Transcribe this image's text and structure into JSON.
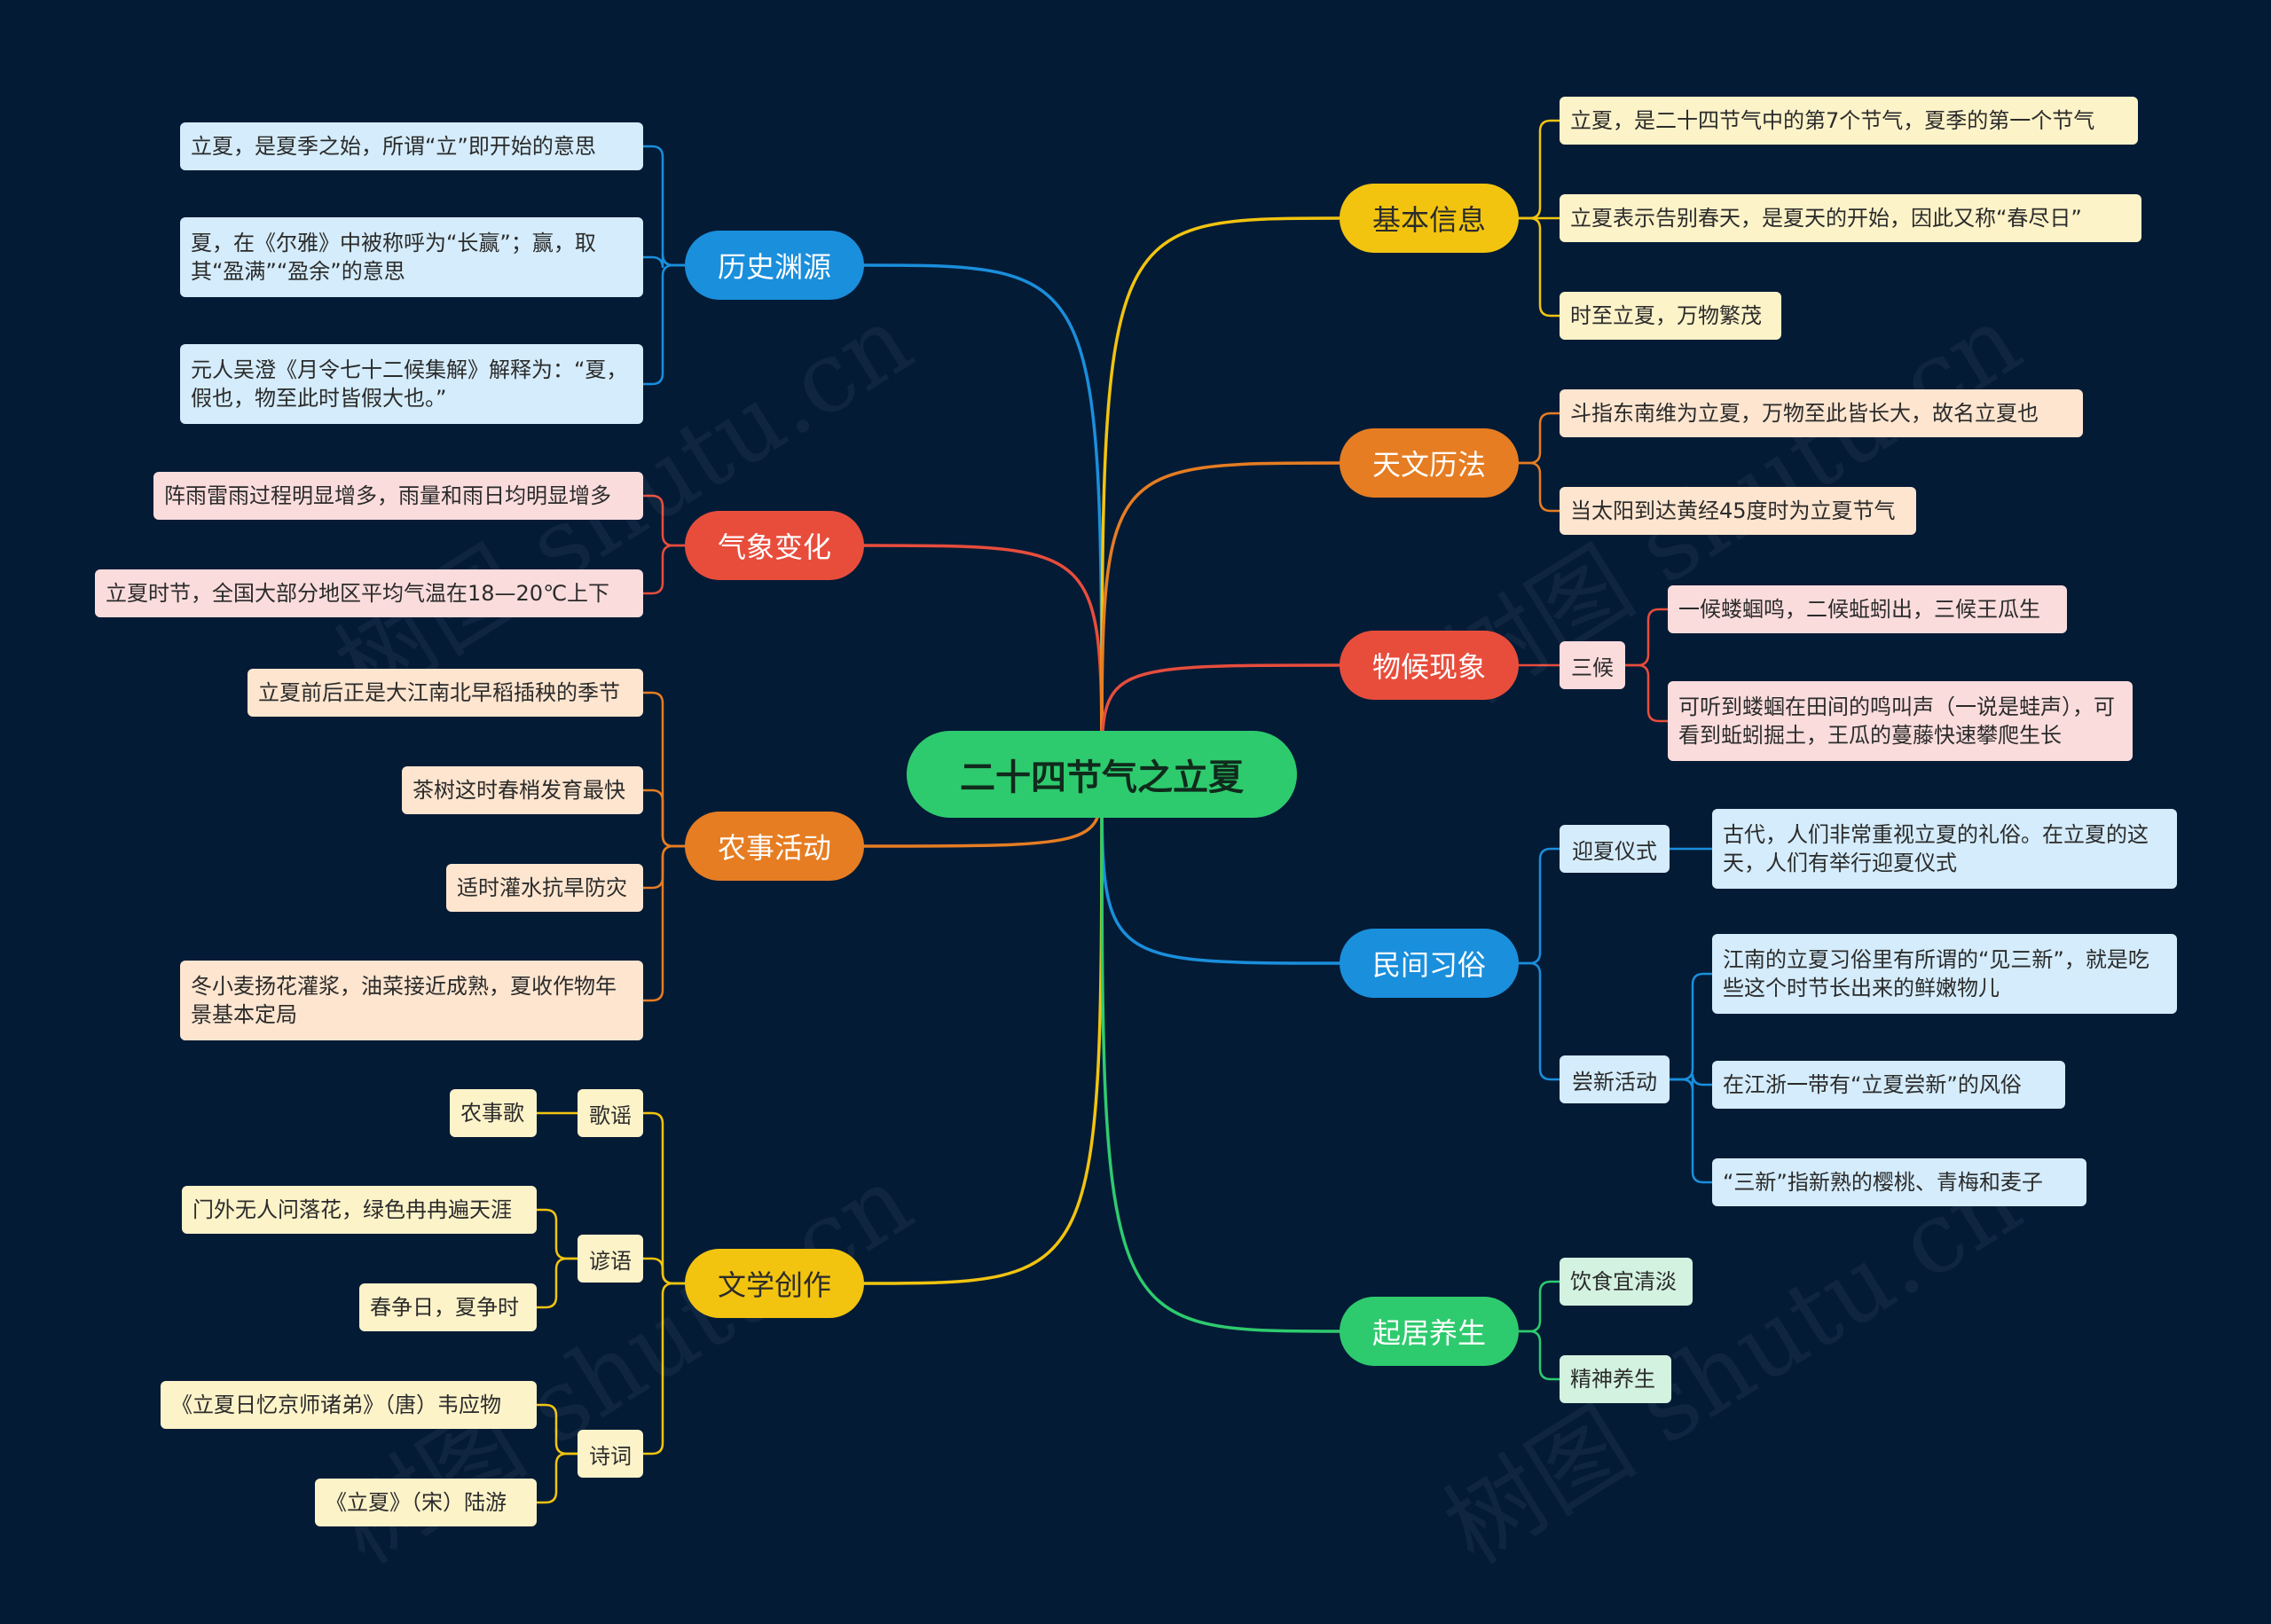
{
  "root": {
    "label": "二十四节气之立夏"
  },
  "watermark": "树图 shutu.cn",
  "colors": {
    "background": "#041b36",
    "root": "#2ecb6e",
    "yellow": "#f2c40f",
    "orange": "#e67d22",
    "red": "#e84d3c",
    "blue": "#1a8fdc",
    "green": "#2ecb6e",
    "purple": "#9b59b6"
  },
  "branches": {
    "history": {
      "label": "历史渊源",
      "items": [
        "立夏，是夏季之始，所谓“立”即开始的意思",
        "夏，在《尔雅》中被称呼为“长赢”；赢，取其“盈满”“盈余”的意思",
        "元人吴澄《月令七十二候集解》解释为：“夏，假也，物至此时皆假大也。”"
      ]
    },
    "weather": {
      "label": "气象变化",
      "items": [
        "阵雨雷雨过程明显增多，雨量和雨日均明显增多",
        "立夏时节，全国大部分地区平均气温在18—20℃上下"
      ]
    },
    "farming": {
      "label": "农事活动",
      "items": [
        "立夏前后正是大江南北早稻插秧的季节",
        "茶树这时春梢发育最快",
        "适时灌水抗旱防灾",
        "冬小麦扬花灌浆，油菜接近成熟，夏收作物年景基本定局"
      ]
    },
    "literature": {
      "label": "文学创作",
      "groups": [
        {
          "label": "歌谣",
          "items": [
            "农事歌"
          ]
        },
        {
          "label": "谚语",
          "items": [
            "门外无人问落花，绿色冉冉遍天涯",
            "春争日，夏争时"
          ]
        },
        {
          "label": "诗词",
          "items": [
            "《立夏日忆京师诸弟》（唐）韦应物",
            "《立夏》（宋）陆游"
          ]
        }
      ]
    },
    "basic": {
      "label": "基本信息",
      "items": [
        "立夏，是二十四节气中的第7个节气，夏季的第一个节气",
        "立夏表示告别春天，是夏天的开始，因此又称“春尽日”",
        "时至立夏，万物繁茂"
      ]
    },
    "astronomy": {
      "label": "天文历法",
      "items": [
        "斗指东南维为立夏，万物至此皆长大，故名立夏也",
        "当太阳到达黄经45度时为立夏节气"
      ]
    },
    "phenology": {
      "label": "物候现象",
      "groups": [
        {
          "label": "三候",
          "items": [
            "一候蝼蝈鸣，二候蚯蚓出，三候王瓜生",
            "可听到蝼蝈在田间的鸣叫声（一说是蛙声），可看到蚯蚓掘土，王瓜的蔓藤快速攀爬生长"
          ]
        }
      ]
    },
    "customs": {
      "label": "民间习俗",
      "groups": [
        {
          "label": "迎夏仪式",
          "items": [
            "古代，人们非常重视立夏的礼俗。在立夏的这天，人们有举行迎夏仪式"
          ]
        },
        {
          "label": "尝新活动",
          "items": [
            "江南的立夏习俗里有所谓的“见三新”，就是吃些这个时节长出来的鲜嫩物儿",
            "在江浙一带有“立夏尝新”的风俗",
            "“三新”指新熟的樱桃、青梅和麦子"
          ]
        }
      ]
    },
    "health": {
      "label": "起居养生",
      "items": [
        "饮食宜清淡",
        "精神养生"
      ]
    }
  }
}
